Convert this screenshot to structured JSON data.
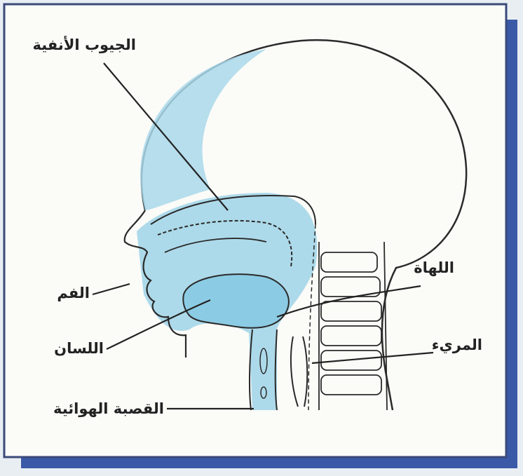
{
  "diagram": {
    "labels": {
      "sinuses": "الجيوب الأنفية",
      "uvula": "اللهاة",
      "mouth": "الفم",
      "esophagus": "المريء",
      "tongue": "اللسان",
      "trachea": "القصبة الهوائية"
    }
  }
}
